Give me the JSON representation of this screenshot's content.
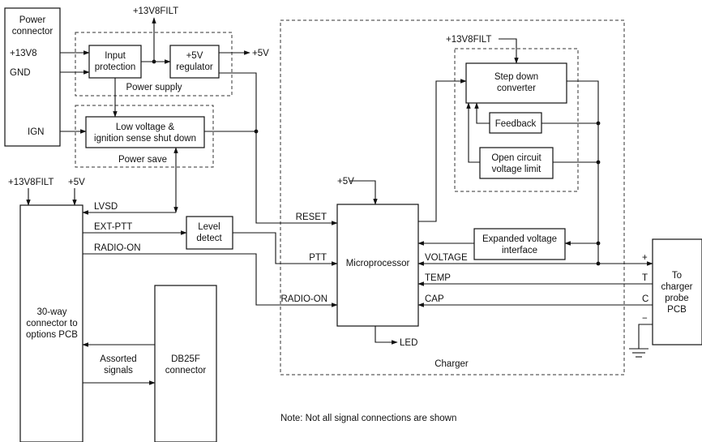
{
  "labels": {
    "power_connector_1": "Power",
    "power_connector_2": "connector",
    "pin_13v8": "+13V8",
    "pin_gnd": "GND",
    "pin_ign": "IGN",
    "input_protection_1": "Input",
    "input_protection_2": "protection",
    "regulator_1": "+5V",
    "regulator_2": "regulator",
    "power_supply": "Power supply",
    "top_13v8filt": "+13V8FILT",
    "out_5v": "+5V",
    "low_voltage_1": "Low voltage &",
    "low_voltage_2": "ignition sense shut down",
    "power_save": "Power save",
    "left_13v8filt": "+13V8FILT",
    "left_5v": "+5V",
    "lvsd": "LVSD",
    "ext_ptt": "EXT-PTT",
    "radio_on_left": "RADIO-ON",
    "level_detect_1": "Level",
    "level_detect_2": "detect",
    "connector30_1": "30-way",
    "connector30_2": "connector to",
    "connector30_3": "options PCB",
    "assorted_1": "Assorted",
    "assorted_2": "signals",
    "db25_1": "DB25F",
    "db25_2": "connector",
    "reset": "RESET",
    "ptt": "PTT",
    "radio_on_mid": "RADIO-ON",
    "micro_5v": "+5V",
    "microprocessor": "Microprocessor",
    "led": "LED",
    "charger": "Charger",
    "charger_13v8filt": "+13V8FILT",
    "step_down_1": "Step down",
    "step_down_2": "converter",
    "feedback": "Feedback",
    "open_circuit_1": "Open circuit",
    "open_circuit_2": "voltage limit",
    "expanded_1": "Expanded voltage",
    "expanded_2": "interface",
    "voltage": "VOLTAGE",
    "temp": "TEMP",
    "cap": "CAP",
    "pin_plus": "+",
    "pin_t": "T",
    "pin_c": "C",
    "pin_minus": "−",
    "probe_1": "To",
    "probe_2": "charger",
    "probe_3": "probe",
    "probe_4": "PCB",
    "note": "Note: Not all signal connections are shown"
  }
}
